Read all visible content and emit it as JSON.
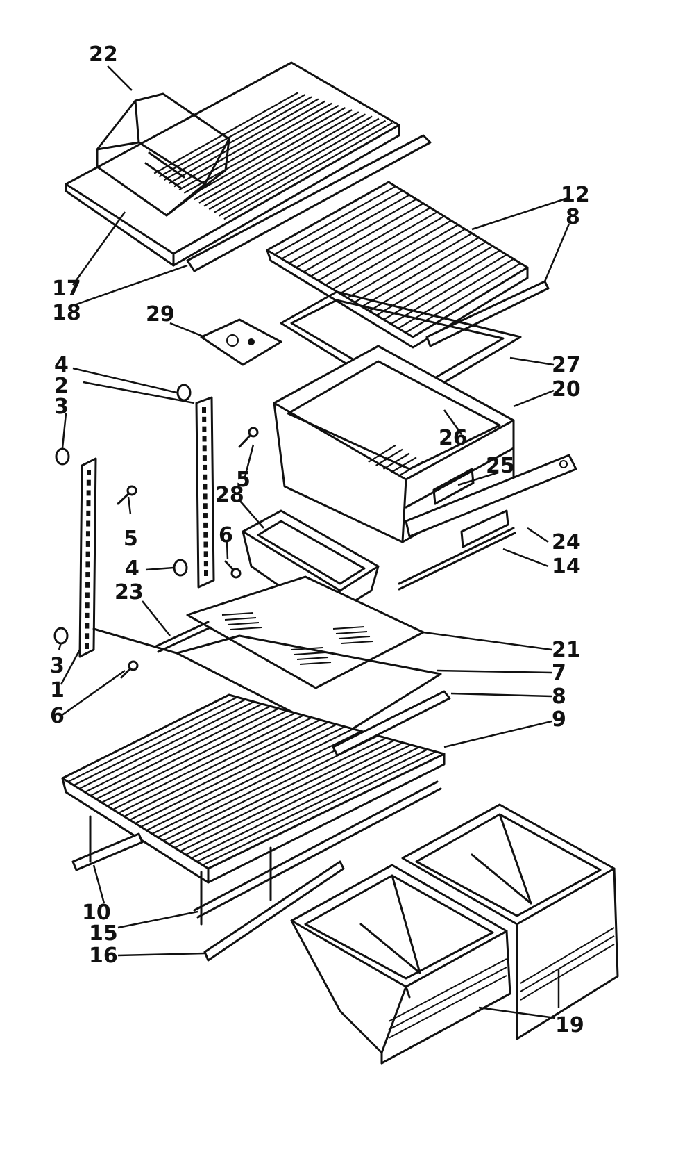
{
  "callouts": [
    "1",
    "2",
    "3",
    "3",
    "4",
    "4",
    "5",
    "5",
    "6",
    "6",
    "7",
    "8",
    "8",
    "9",
    "10",
    "12",
    "14",
    "15",
    "16",
    "17",
    "18",
    "19",
    "20",
    "21",
    "22",
    "23",
    "24",
    "25",
    "26",
    "27",
    "28",
    "29"
  ]
}
